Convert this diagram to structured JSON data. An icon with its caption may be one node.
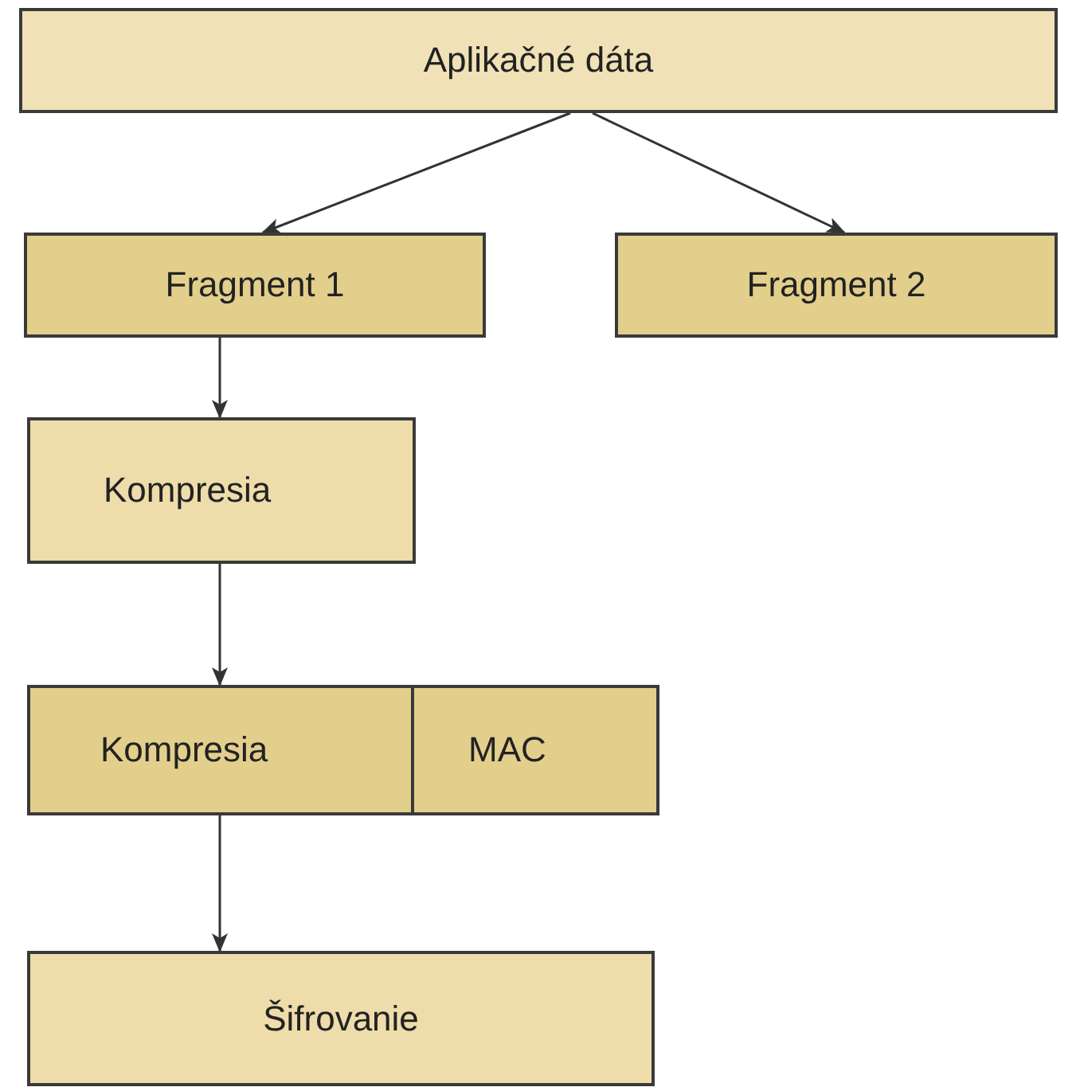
{
  "diagram": {
    "nodes": [
      {
        "text": [
          "Aplikačné dáta"
        ]
      },
      {
        "text": [
          "Fragment 1"
        ]
      },
      {
        "text": [
          "Fragment 2"
        ]
      },
      {
        "text": [
          "Kompresia"
        ]
      },
      {
        "text": [
          "Kompresia"
        ]
      },
      {
        "text": [
          "MAC"
        ]
      },
      {
        "text": [
          "Šifrovanie"
        ]
      }
    ],
    "edges": [
      {
        "from": 0,
        "to": 1,
        "arrow": "to"
      },
      {
        "from": 0,
        "to": 2,
        "arrow": "to"
      },
      {
        "from": 1,
        "to": 3,
        "arrow": "to"
      },
      {
        "from": 3,
        "to": 4,
        "arrow": "to"
      },
      {
        "from": 4,
        "to": 6,
        "arrow": "to"
      }
    ]
  }
}
